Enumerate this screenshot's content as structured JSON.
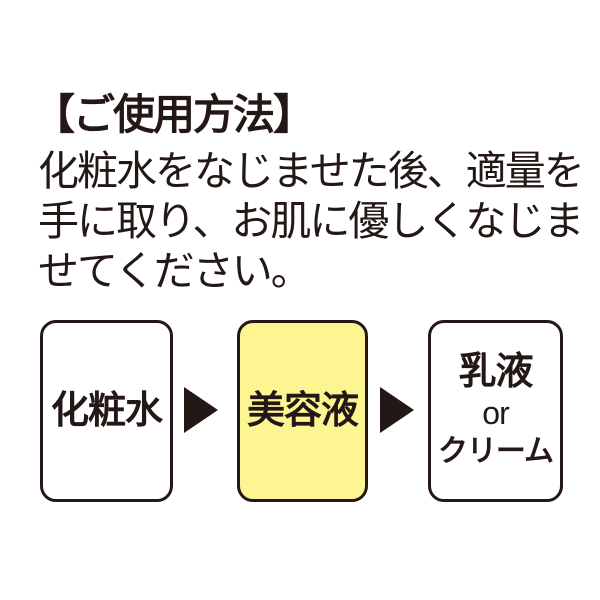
{
  "page": {
    "background_color": "#ffffff",
    "text_color": "#231815",
    "highlight_color": "#fdf492"
  },
  "title": "【ご使用方法】",
  "instructions": {
    "lines": [
      "化粧水をなじませた後、適量を",
      "手に取り、お肌に優しくなじま",
      "せてください。"
    ]
  },
  "flow": {
    "steps": [
      {
        "lines": [
          "化粧水"
        ],
        "highlighted": false
      },
      {
        "lines": [
          "美容液"
        ],
        "highlighted": true
      },
      {
        "lines": [
          "乳液",
          "or",
          "クリーム"
        ],
        "highlighted": false
      }
    ],
    "arrow_color": "#231815"
  }
}
